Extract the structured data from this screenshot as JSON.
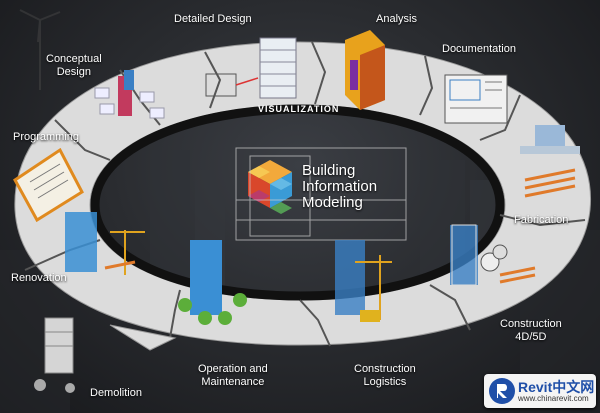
{
  "center": {
    "line1": "Building",
    "line2": "Information",
    "line3": "Modeling"
  },
  "ring_label": "VISUALIZATION",
  "stages": {
    "detailed_design": "Detailed Design",
    "analysis": "Analysis",
    "documentation": "Documentation",
    "conceptual_design": "Conceptual\nDesign",
    "programming": "Programming",
    "fabrication": "Fabrication",
    "construction_4d5d": "Construction\n4D/5D",
    "construction_logistics": "Construction\nLogistics",
    "operation_maintenance": "Operation and\nMaintenance",
    "renovation": "Renovation",
    "demolition": "Demolition"
  },
  "logo": {
    "text": "Revit中文网",
    "url": "www.chinarevit.com"
  },
  "colors": {
    "ring": "#d9d9d9",
    "ring_dark": "#111111",
    "accent_orange": "#f28c1e",
    "accent_blue": "#3a7fc4"
  }
}
